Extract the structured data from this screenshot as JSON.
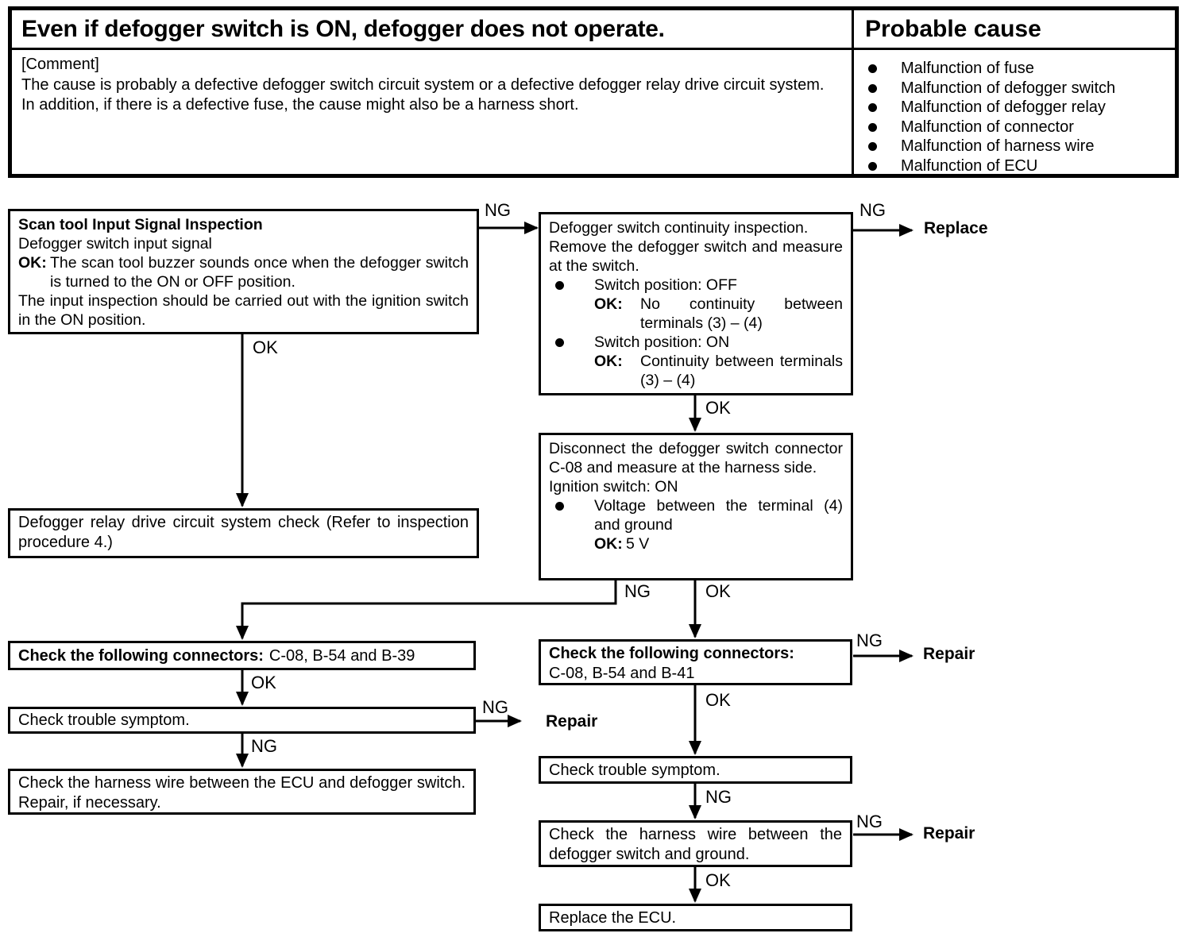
{
  "page": {
    "background": "#ffffff",
    "ink": "#000000"
  },
  "symptom_table": {
    "title": "Even if defogger switch is ON, defogger does not operate.",
    "probable_cause_header": "Probable cause",
    "comment_tag": "[Comment]",
    "comment_paragraph_1": "The cause is probably a defective defogger switch circuit system or a defective defogger relay drive circuit system.",
    "comment_paragraph_2": "In addition, if there is a defective fuse, the cause might also be a harness short.",
    "probable_causes": [
      "Malfunction of fuse",
      "Malfunction of defogger switch",
      "Malfunction of defogger relay",
      "Malfunction of connector",
      "Malfunction of harness wire",
      "Malfunction of ECU"
    ]
  },
  "flowchart": {
    "edge_labels": {
      "ng": "NG",
      "ok": "OK"
    },
    "terminals": {
      "replace": "Replace",
      "repair": "Repair"
    },
    "scan_tool_box": {
      "title": "Scan tool Input Signal Inspection",
      "subtitle": "Defogger switch input signal",
      "ok_label": "OK:",
      "ok_text": "The scan tool buzzer sounds once when the defogger switch is turned to the ON or OFF position.",
      "note": "The input inspection should be carried out with the ignition switch in the ON position."
    },
    "continuity_box": {
      "line1": "Defogger switch continuity inspection.",
      "line2": "Remove the defogger switch and measure at the switch.",
      "bullets": [
        {
          "condition": "Switch position: OFF",
          "ok_label": "OK:",
          "result": "No continuity between terminals (3) – (4)"
        },
        {
          "condition": "Switch position: ON",
          "ok_label": "OK:",
          "result": "Continuity between terminals (3) – (4)"
        }
      ]
    },
    "relay_check_box": {
      "text": "Defogger relay drive circuit system check (Refer to inspection procedure 4.)"
    },
    "disconnect_box": {
      "line1": "Disconnect the defogger switch connector C-08 and measure at the harness side.",
      "line2": "Ignition switch: ON",
      "bullet": "Voltage between the terminal (4) and ground",
      "ok_label": "OK:",
      "ok_value": "5 V"
    },
    "connectors_left_box": {
      "bold": "Check the following connectors:",
      "rest": "C-08, B-54 and B-39"
    },
    "connectors_right_box": {
      "bold": "Check the following connectors:",
      "rest": "C-08, B-54 and B-41"
    },
    "trouble_left_box": {
      "text": "Check trouble symptom."
    },
    "trouble_right_box": {
      "text": "Check trouble symptom."
    },
    "harness_ecu_box": {
      "text": "Check the harness wire between the ECU and defogger switch. Repair, if necessary."
    },
    "harness_ground_box": {
      "text": "Check the harness wire between the defogger switch and ground."
    },
    "replace_ecu_box": {
      "text": "Replace the ECU."
    }
  }
}
